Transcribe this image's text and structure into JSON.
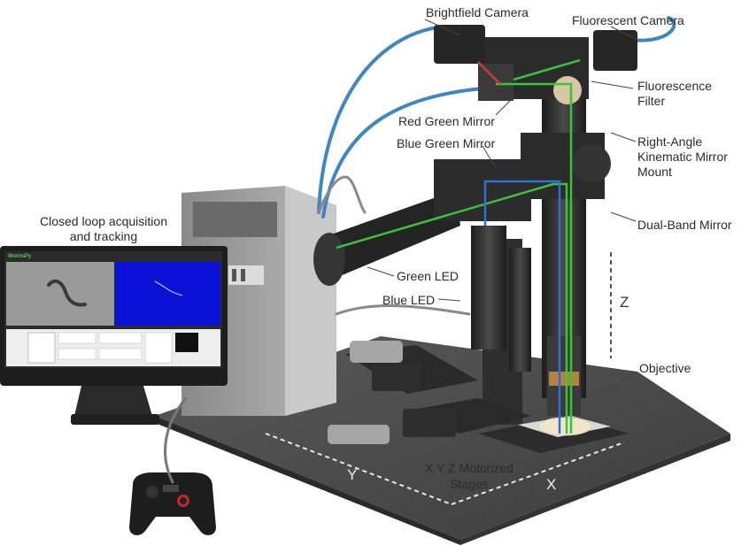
{
  "labels": {
    "brightfield_camera": "Brightfield Camera",
    "fluorescent_camera": "Fluorescent Camera",
    "fluorescence_filter_1": "Fluorescence",
    "fluorescence_filter_2": "Filter",
    "red_green_mirror": "Red Green Mirror",
    "blue_green_mirror": "Blue Green Mirror",
    "right_angle_1": "Right-Angle",
    "right_angle_2": "Kinematic Mirror",
    "right_angle_3": "Mount",
    "dual_band_mirror": "Dual-Band Mirror",
    "closed_loop_1": "Closed loop acquisition",
    "closed_loop_2": "and tracking",
    "green_led": "Green LED",
    "blue_led": "Blue LED",
    "z_axis": "Z",
    "objective": "Objective",
    "xyz_stages_1": "X Y Z Motorized",
    "xyz_stages_2": "Stages",
    "x_axis": "X",
    "y_axis": "Y",
    "software_name": "WormsPy"
  },
  "colors": {
    "cable_blue": "#3f86c4",
    "beam_green": "#3cc23c",
    "beam_blue": "#2f6fd6",
    "beam_red": "#d43a2a",
    "screen_blue": "#0a12d8",
    "table": "#4a4a4a",
    "hardware": "#2c2c2c"
  },
  "icons": [
    "gamepad-icon",
    "worm-image",
    "microscope-illustration"
  ]
}
